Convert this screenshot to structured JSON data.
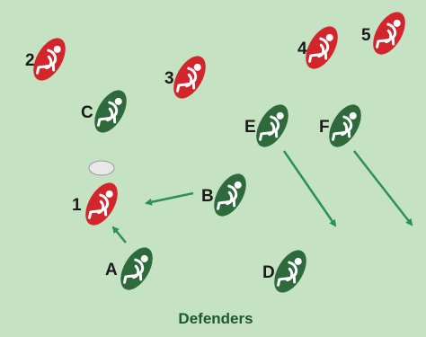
{
  "caption": "Defenders",
  "colors": {
    "field": "#c5e2c2",
    "attacker": "#d3252c",
    "defender": "#2e6a3c",
    "arrow": "#2e8f58",
    "caption": "#1d5a30",
    "ball": "#e8e8e8",
    "label": "#1b1b1b"
  },
  "icon_name": "rugby-player-icon",
  "players": [
    {
      "id": "2",
      "team": "attacker"
    },
    {
      "id": "3",
      "team": "attacker"
    },
    {
      "id": "4",
      "team": "attacker"
    },
    {
      "id": "5",
      "team": "attacker"
    },
    {
      "id": "1",
      "team": "attacker"
    },
    {
      "id": "C",
      "team": "defender"
    },
    {
      "id": "E",
      "team": "defender"
    },
    {
      "id": "F",
      "team": "defender"
    },
    {
      "id": "B",
      "team": "defender"
    },
    {
      "id": "A",
      "team": "defender"
    },
    {
      "id": "D",
      "team": "defender"
    }
  ],
  "arrows": [
    {
      "from": "B",
      "to": "1",
      "meaning": "pass"
    },
    {
      "from": "A",
      "to": "1",
      "meaning": "run"
    },
    {
      "from": "E",
      "meaning": "run"
    },
    {
      "from": "F",
      "meaning": "run"
    }
  ],
  "ball": {
    "held_near": "1"
  }
}
